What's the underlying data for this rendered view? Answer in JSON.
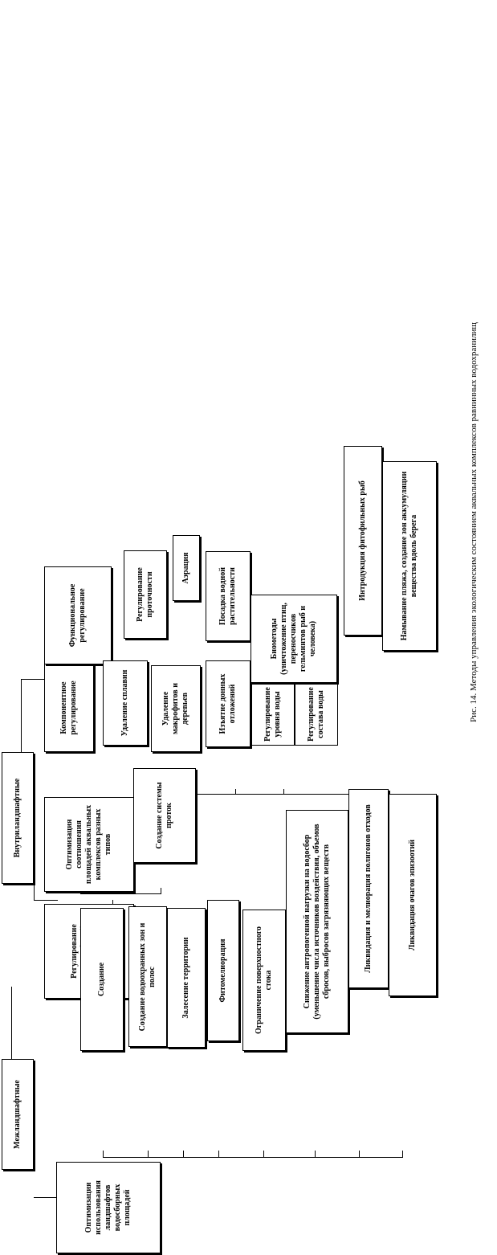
{
  "caption": "Рис. 14. Методы управления экологическим состоянием аквальных комплексов равнинных водохранилищ",
  "nodes": {
    "optimization_root": "Оптимизация использования ландшафтов водосборных площадей",
    "mezhlandshaftnye": "Межландшафтные",
    "vnutrilandshaftnye": "Внутриландшафтные",
    "regulation_landscape_structure": "Регулирование ландшафтной структуры водохранилищ",
    "optimization_area_ratio": "Оптимизация соотношения площадей аквальных комплексов разных типов",
    "channel_system": "Создание системы проток",
    "component_regulation": "Компонентное регулирование",
    "functional_regulation": "Функциональное регулирование",
    "creation": "Создание",
    "protection_zones": "Создание водоохранных зон и полос",
    "afforestation": "Залесение территории",
    "phytomelioration": "Фитомелиорация",
    "surface_runoff": "Ограничение поверхностного стока",
    "anthropogenic_load": "Снижение антропогенной нагрузки на водосбор (уменьшение числа источников воздействия, объемов сбросов, выбросов загрязняющих веществ",
    "landfill_liquidation": "Ликвидация и мелиорация полигонов отходов",
    "epizootic_liquidation": "Ликвидация очагов эпизоотий",
    "sapropel_removal": "Удаление сплавин",
    "macrophytes_removal": "Удаление макрофитов и деревьев",
    "sediment_removal": "Изъятие донных отложений",
    "water_level_regulation": "Регулирование уровня воды",
    "composition_regulation": "Регулирование состава воды",
    "flow_regulation": "Регулирование проточности",
    "aeration": "Аэрация",
    "aquatic_planting": "Посадка водной растительности",
    "biomethods": "Биометоды (уничтожение птиц, переносчиков гельминтов рыб и человека)",
    "phytophilous_fish": "Интродукция фитофильных рыб",
    "beach_creation": "Намывание пляжа, создание зон аккумуляции вещества вдоль берега"
  }
}
